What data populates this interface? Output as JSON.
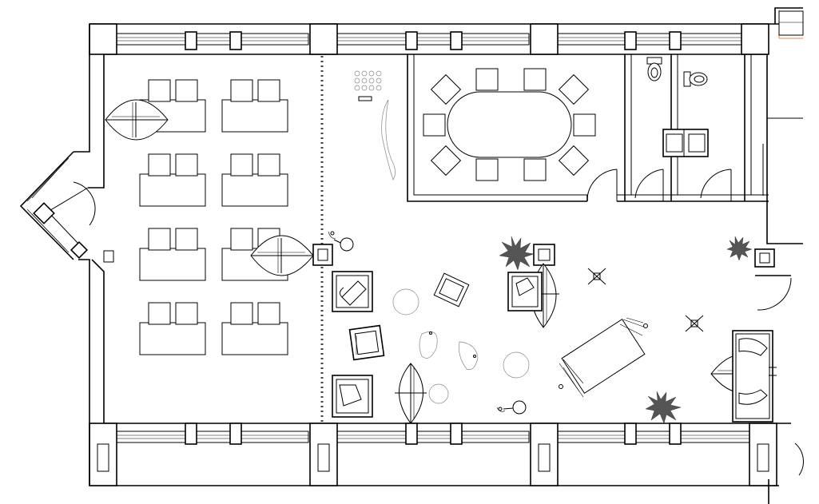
{
  "plan": {
    "colors": {
      "line": "#000000",
      "thin": "#888888",
      "plant": "#555555",
      "accent": "#f08a3c",
      "background": "#ffffff"
    },
    "areas": [
      "open-office",
      "meeting-room",
      "restrooms",
      "lounge"
    ],
    "icons": [
      "desk-chair-icon",
      "armchair-icon",
      "plant-icon",
      "lamp-icon",
      "door-swing-icon",
      "toilet-icon",
      "sink-icon",
      "sofa-icon",
      "round-table-icon"
    ]
  }
}
